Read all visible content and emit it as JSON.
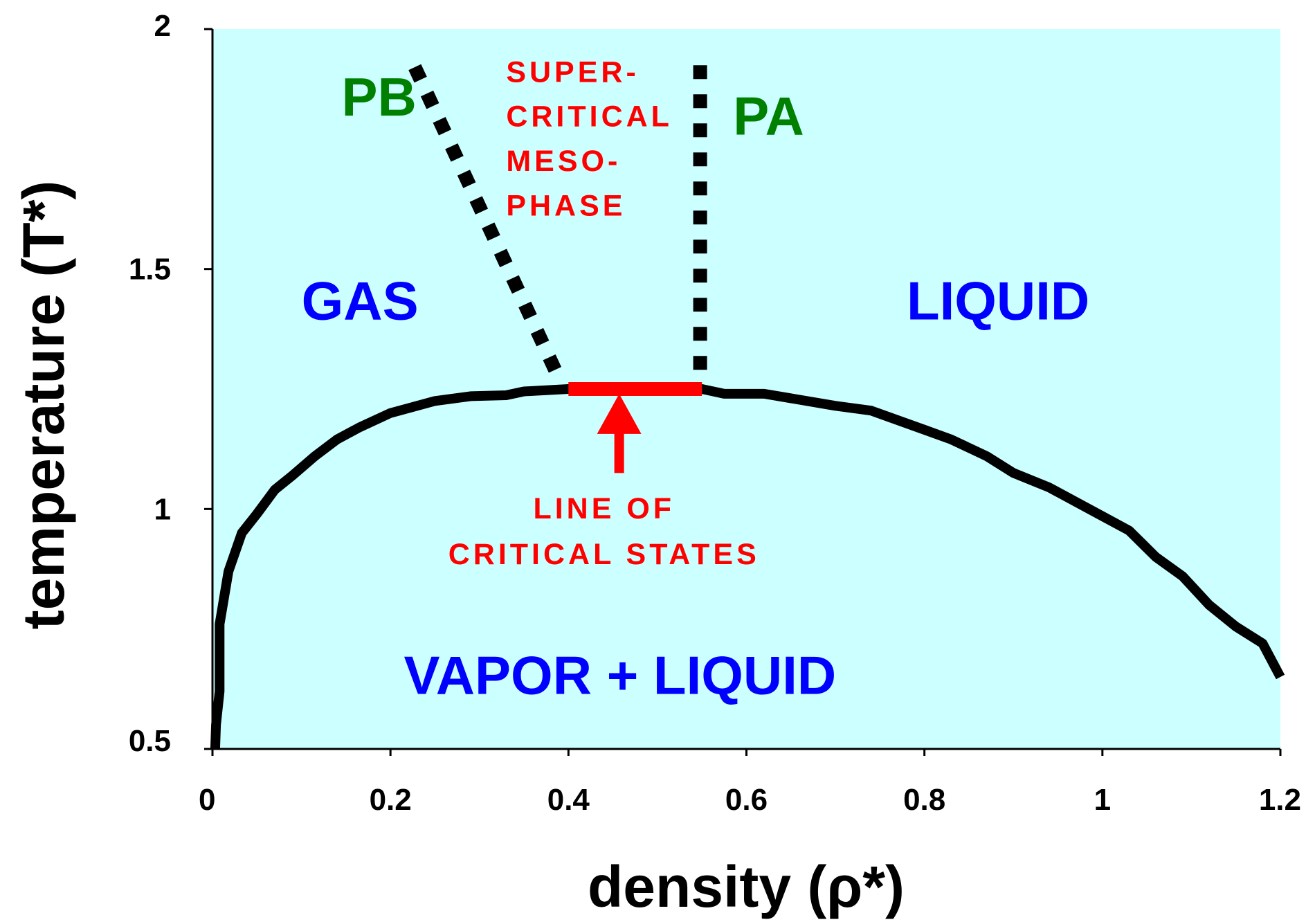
{
  "chart_data": {
    "type": "line",
    "xlabel": "density (ρ*)",
    "ylabel": "temperature (T*)",
    "xlim": [
      0,
      1.2
    ],
    "ylim": [
      0.5,
      2
    ],
    "x_ticks": [
      "0",
      "0.2",
      "0.4",
      "0.6",
      "0.8",
      "1",
      "1.2"
    ],
    "y_ticks": [
      "0.5",
      "1",
      "1.5",
      "2"
    ],
    "grid": false,
    "plot_background": "#ccffff",
    "series": [
      {
        "color": "#000000",
        "style": "solid",
        "points": [
          [
            0.003,
            0.5
          ],
          [
            0.004,
            0.55
          ],
          [
            0.008,
            0.62
          ],
          [
            0.008,
            0.76
          ],
          [
            0.018,
            0.87
          ],
          [
            0.033,
            0.95
          ],
          [
            0.05,
            0.99
          ],
          [
            0.07,
            1.04
          ],
          [
            0.09,
            1.07
          ],
          [
            0.115,
            1.11
          ],
          [
            0.14,
            1.145
          ],
          [
            0.165,
            1.17
          ],
          [
            0.2,
            1.2
          ],
          [
            0.25,
            1.225
          ],
          [
            0.29,
            1.235
          ],
          [
            0.33,
            1.237
          ],
          [
            0.35,
            1.245
          ],
          [
            0.4,
            1.25
          ],
          [
            0.55,
            1.25
          ],
          [
            0.575,
            1.24
          ],
          [
            0.62,
            1.24
          ],
          [
            0.7,
            1.215
          ],
          [
            0.74,
            1.205
          ],
          [
            0.8,
            1.165
          ],
          [
            0.83,
            1.145
          ],
          [
            0.87,
            1.11
          ],
          [
            0.9,
            1.075
          ],
          [
            0.94,
            1.045
          ],
          [
            1.0,
            0.985
          ],
          [
            1.03,
            0.955
          ],
          [
            1.06,
            0.9
          ],
          [
            1.09,
            0.86
          ],
          [
            1.12,
            0.8
          ],
          [
            1.15,
            0.755
          ],
          [
            1.18,
            0.72
          ],
          [
            1.2,
            0.65
          ]
        ]
      },
      {
        "name": "PB",
        "color": "#000000",
        "style": "dotted",
        "points": [
          [
            0.385,
            1.29
          ],
          [
            0.225,
            1.93
          ]
        ]
      },
      {
        "name": "PA",
        "color": "#000000",
        "style": "dotted",
        "points": [
          [
            0.548,
            1.29
          ],
          [
            0.548,
            1.93
          ]
        ]
      },
      {
        "name": "LINE OF CRITICAL STATES",
        "color": "#ff0000",
        "style": "solid",
        "points": [
          [
            0.4,
            1.25
          ],
          [
            0.55,
            1.25
          ]
        ]
      }
    ],
    "annotations": [
      {
        "id": "pb",
        "lines": [
          "PB"
        ],
        "x": 0.145,
        "y": 1.82,
        "color": "#008000",
        "kind": "region"
      },
      {
        "id": "pa",
        "lines": [
          "PA"
        ],
        "x": 0.585,
        "y": 1.78,
        "color": "#008000",
        "kind": "region"
      },
      {
        "id": "gas",
        "lines": [
          "GAS"
        ],
        "x": 0.1,
        "y": 1.395,
        "color": "#0000ff",
        "kind": "region"
      },
      {
        "id": "liquid",
        "lines": [
          "LIQUID"
        ],
        "x": 0.78,
        "y": 1.395,
        "color": "#0000ff",
        "kind": "region"
      },
      {
        "id": "vapor-liquid",
        "lines": [
          "VAPOR + LIQUID"
        ],
        "x": 0.215,
        "y": 0.615,
        "color": "#0000ff",
        "kind": "region"
      },
      {
        "id": "supercritical",
        "lines": [
          "SUPER-",
          "CRITICAL",
          "MESO-",
          "PHASE"
        ],
        "x": 0.33,
        "y": 1.89,
        "color": "#ff0000",
        "kind": "red",
        "line_step": 0.093
      },
      {
        "id": "critical-line",
        "lines": [
          "LINE OF",
          "CRITICAL STATES"
        ],
        "x": 0.44,
        "y": 0.98,
        "color": "#ff0000",
        "kind": "red-center",
        "line_step": 0.095
      }
    ],
    "arrow": {
      "color": "#ff0000",
      "from": [
        0.457,
        1.075
      ],
      "to": [
        0.457,
        1.24
      ]
    }
  }
}
